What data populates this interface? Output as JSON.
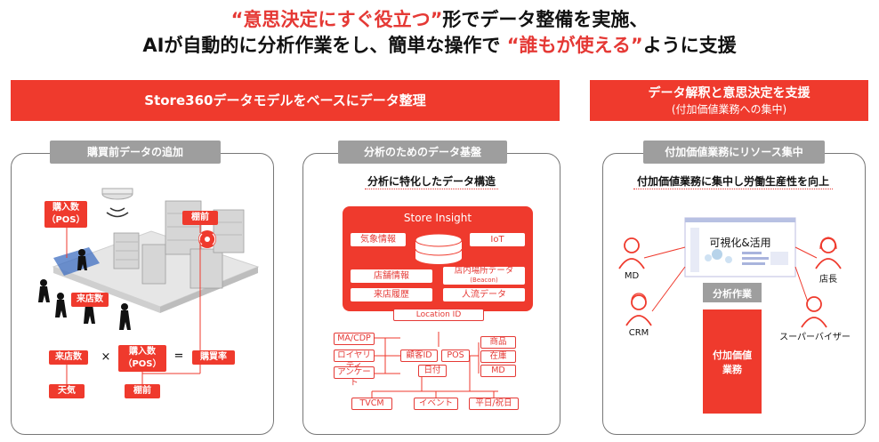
{
  "headline": {
    "line1_red": "“意思決定にすぐ役立つ”",
    "line1_rest": "形でデータ整備を実施、",
    "line2_start": "AIが自動的に分析作業をし、簡単な操作で ",
    "line2_red": "“誰もが使える”",
    "line2_end": "ように支援"
  },
  "banner_left": "Store360データモデルをベースにデータ整理",
  "banner_right": {
    "line1": "データ解釈と意思決定を支援",
    "line2": "(付加価値業務への集中)"
  },
  "panel1": {
    "tab": "購買前データの追加",
    "labels": {
      "purchases": "購入数\n（POS）",
      "shelf_top": "棚前",
      "visitors_store": "来店数",
      "visitors": "来店数",
      "times": "×",
      "purchases2": "購入数\n（POS）",
      "equals": "=",
      "rate": "購買率",
      "weather": "天気",
      "shelf_bottom": "棚前"
    }
  },
  "panel2": {
    "tab": "分析のためのデータ基盤",
    "subtitle": "分析に特化したデータ構造",
    "insight": {
      "title": "Store Insight",
      "weather": "気象情報",
      "iot": "IoT",
      "store_info": "店舗情報",
      "location_data": "店内場所データ",
      "beacon": "(Beacon)",
      "visit_history": "来店履歴",
      "flow_data": "人流データ"
    },
    "location_id": "Location ID",
    "left_items": [
      "MA/CDP",
      "ロイヤリティ",
      "アンケート"
    ],
    "middle_items": [
      "顧客ID",
      "POS",
      "日付"
    ],
    "right_items": [
      "商品",
      "在庫",
      "MD"
    ],
    "bottom_items": [
      "TVCM",
      "イベント",
      "平日/祝日"
    ]
  },
  "panel3": {
    "tab": "付加価値業務にリソース集中",
    "subtitle": "付加価値業務に集中し労働生産性を向上",
    "dashboard_label": "可視化&活用",
    "analysis": "分析作業",
    "value_work": "付加価値\n業務",
    "people": [
      "MD",
      "店長",
      "CRM",
      "スーパーバイザー"
    ]
  },
  "colors": {
    "accent": "#ef3a2d",
    "gray": "#9e9e9e"
  }
}
